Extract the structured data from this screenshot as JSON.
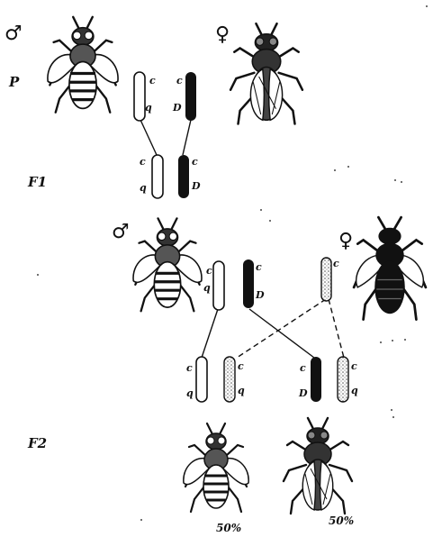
{
  "generations": {
    "parental": "P",
    "first_filial": "F1",
    "second_filial": "F2"
  },
  "sex_symbols": {
    "male": "♂",
    "female": "♀"
  },
  "alleles": {
    "upper": "c",
    "recessive": "q",
    "dominant": "D"
  },
  "offspring_ratios": {
    "left": "50%",
    "right": "50%"
  },
  "colors": {
    "ink": "#111111",
    "chromosome_dark": "#111111",
    "chromosome_light": "#ffffff",
    "chromosome_stippled": "#d7d7d7"
  }
}
